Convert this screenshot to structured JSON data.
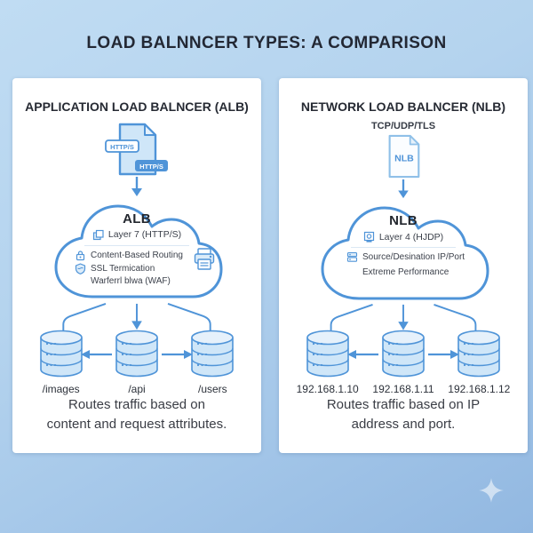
{
  "title": "LOAD BALNNCER TYPES: A COMPARISON",
  "colors": {
    "accent_blue": "#4f94d8",
    "light_fill": "#cfe6f8",
    "lighter_fill": "#e6f1fb",
    "card_bg": "#ffffff",
    "background_top": "#c0dcf3",
    "background_bottom": "#92b8e1",
    "title_text": "#232834",
    "body_text": "#3a3d45"
  },
  "icons": {
    "alb_source": "http-file-icon",
    "nlb_source": "nlb-file-icon",
    "flow_down": "down-arrow-icon",
    "alb_layer": "layers-icon",
    "alb_feature1": "lock-icon",
    "alb_feature2": "shield-icon",
    "alb_side": "printer-icon",
    "nlb_layer": "frame-icon",
    "nlb_feature1": "server-icon",
    "backend": "database-icon",
    "watermark": "sparkle-icon"
  },
  "alb": {
    "header": "APPLICATION LOAD BALNCER (ALB)",
    "source_badge_left": "HTTP/S",
    "source_badge_right": "HTTP/S",
    "cloud_title": "ALB",
    "layer_line": "Layer 7 (HTTP/S)",
    "features": [
      "Content-Based Routing",
      "SSL Termication",
      "Warferrl blwa (WAF)"
    ],
    "servers": [
      "/images",
      "/api",
      "/users"
    ],
    "desc_line1": "Routes traffic based on",
    "desc_line2": "content and request attributes."
  },
  "nlb": {
    "header": "NETWORK LOAD BALNCER (NLB)",
    "protocol_label": "TCP/UDP/TLS",
    "source_file_label": "NLB",
    "cloud_title": "NLB",
    "layer_line": "Layer 4 (HJDP)",
    "features": [
      "Source/Desination IP/Port",
      "Extreme Performance"
    ],
    "servers": [
      "192.168.1.10",
      "192.168.1.11",
      "192.168.1.12"
    ],
    "desc_line1": "Routes traffic based on IP",
    "desc_line2": "address and port."
  }
}
